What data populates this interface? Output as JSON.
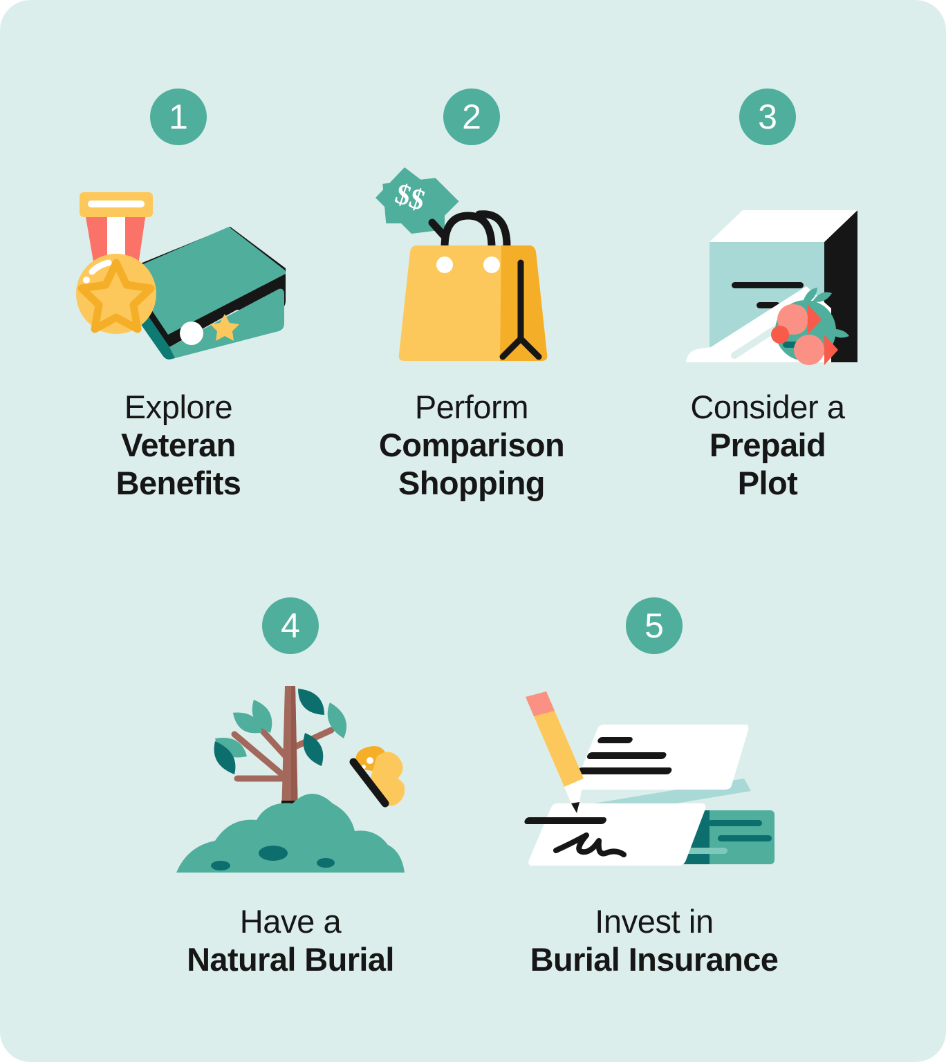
{
  "theme": {
    "background": "#dceeeb",
    "badge_color": "#4fae9c",
    "badge_text_color": "#ffffff",
    "text_color": "#161616",
    "teal": "#4fae9c",
    "teal_dark": "#0d6e6e",
    "yellow": "#fdc85b",
    "yellow_dark": "#f5ae28",
    "coral": "#fa7268",
    "salmon": "#fb9185",
    "black": "#161616",
    "white": "#ffffff",
    "pale_teal": "#a9d9d6",
    "brown": "#a2685c"
  },
  "steps": [
    {
      "number": "1",
      "icon": "military-cap-medal-icon",
      "lead": "Explore",
      "strong_line_1": "Veteran",
      "strong_line_2": "Benefits"
    },
    {
      "number": "2",
      "icon": "shopping-bag-price-tag-icon",
      "lead": "Perform",
      "strong_line_1": "Comparison",
      "strong_line_2": "Shopping",
      "tag_text": "$$"
    },
    {
      "number": "3",
      "icon": "headstone-flowers-icon",
      "lead": "Consider a",
      "strong_line_1": "Prepaid",
      "strong_line_2": "Plot"
    },
    {
      "number": "4",
      "icon": "sapling-tree-butterfly-icon",
      "lead": "Have a",
      "strong_line_1": "Natural Burial",
      "strong_line_2": ""
    },
    {
      "number": "5",
      "icon": "pencil-signed-document-icon",
      "lead": "Invest in",
      "strong_line_1": "Burial Insurance",
      "strong_line_2": ""
    }
  ]
}
